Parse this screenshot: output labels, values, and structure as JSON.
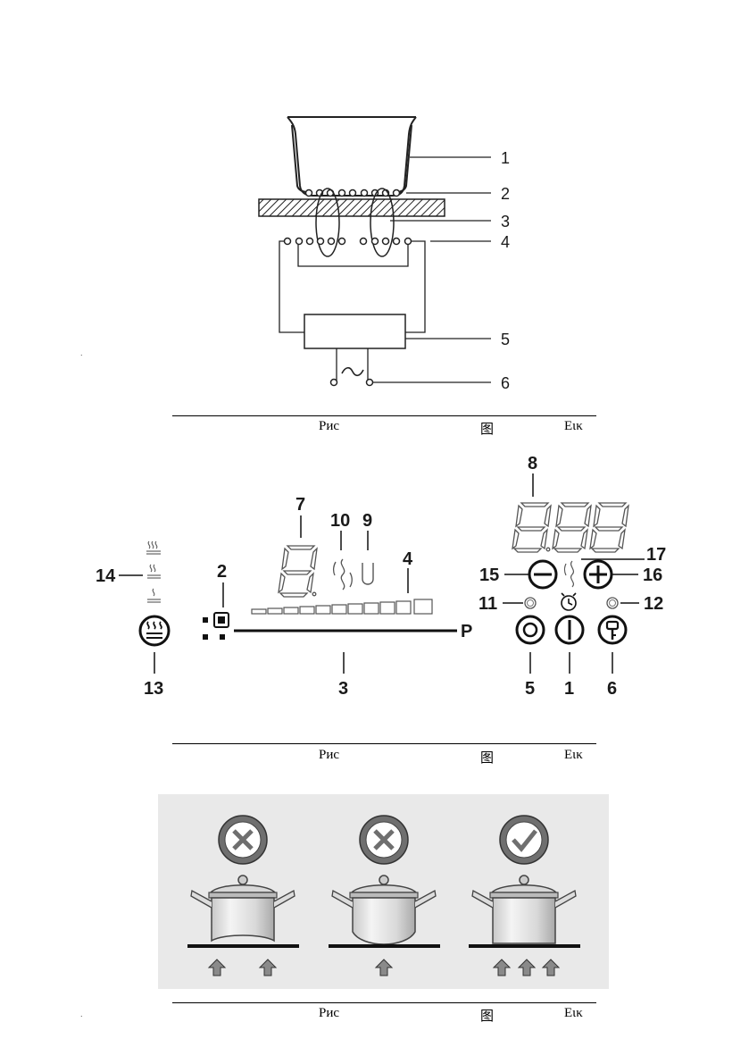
{
  "figure1": {
    "callouts": [
      "1",
      "2",
      "3",
      "4",
      "5",
      "6"
    ],
    "ac_symbol": "~"
  },
  "figure2": {
    "callouts": [
      "1",
      "2",
      "3",
      "4",
      "5",
      "6",
      "7",
      "8",
      "9",
      "10",
      "11",
      "12",
      "13",
      "14",
      "15",
      "16",
      "17"
    ],
    "p_label": "P"
  },
  "figure3": {
    "panels": [
      {
        "verdict": "cross",
        "arrows": 2
      },
      {
        "verdict": "cross",
        "arrows": 1
      },
      {
        "verdict": "check",
        "arrows": 3
      }
    ]
  },
  "captions": {
    "ru": "Рис",
    "zh": "图",
    "el": "Εικ"
  },
  "colors": {
    "ink": "#1a1a1a",
    "diagram_bg": "#e9e9e9",
    "badge": "#6f6f6f",
    "arrow": "#8a8a8a"
  }
}
